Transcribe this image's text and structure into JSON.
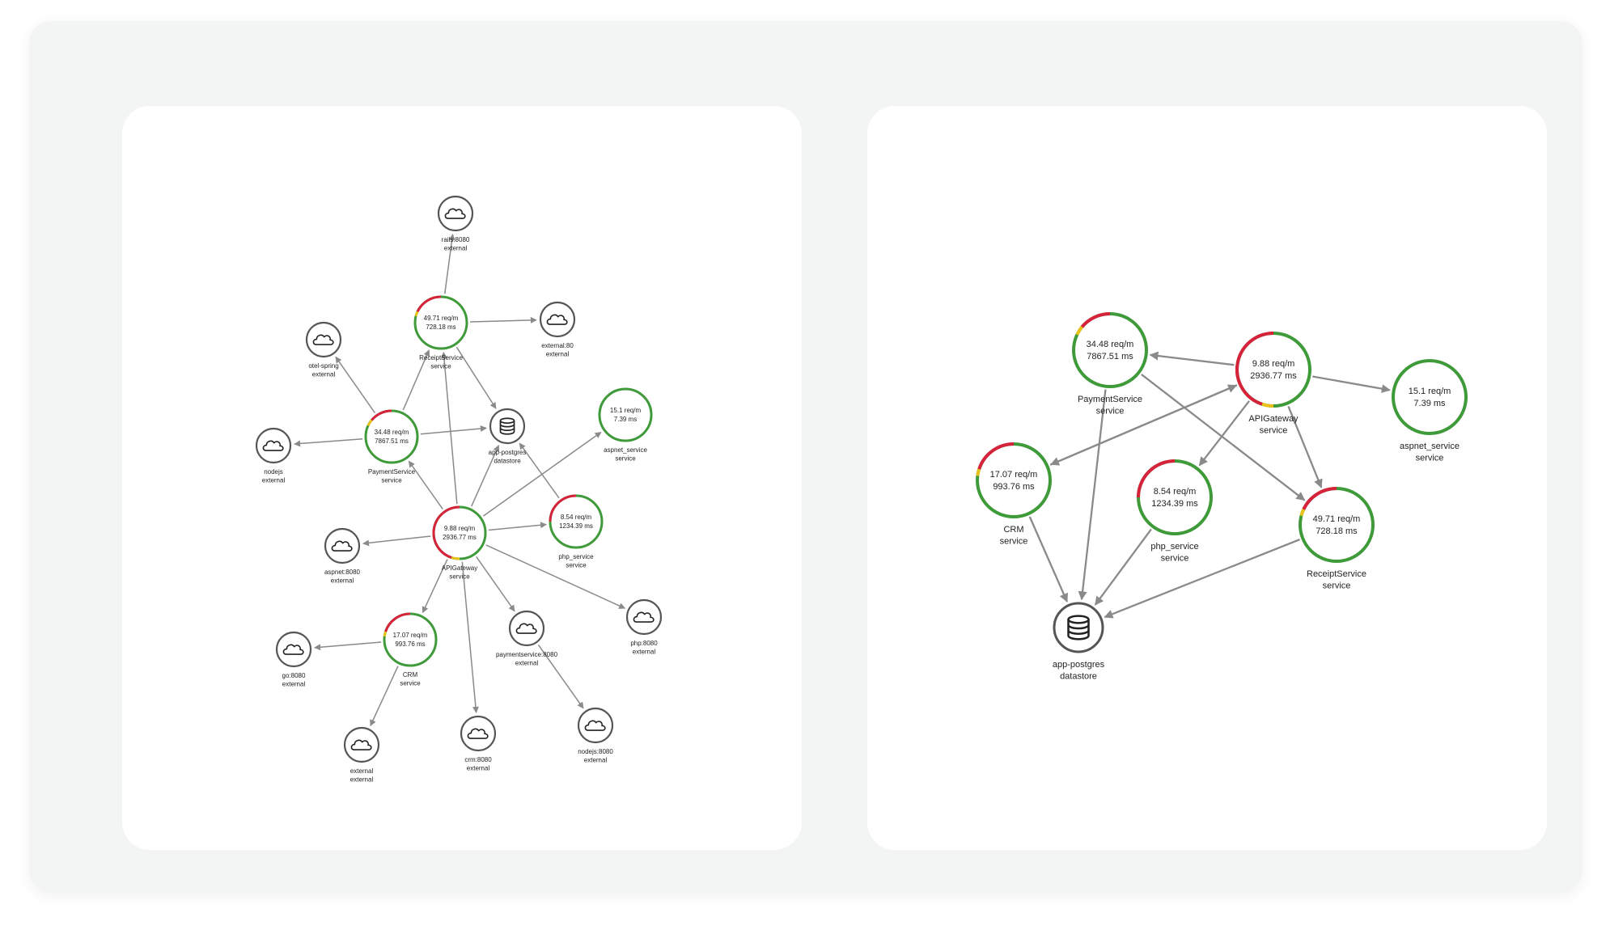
{
  "colors": {
    "ok": "#3f9a3a",
    "error": "#d6223a",
    "warn": "#e8c21a",
    "edge": "#8a8a8a",
    "icon": "#555555"
  },
  "left_map": {
    "nodes": [
      {
        "id": "rails",
        "type": "external",
        "name": "rails:8080",
        "kind": "external"
      },
      {
        "id": "receipt",
        "type": "service",
        "rate": "49.71 req/m",
        "latency": "728.18 ms",
        "name": "ReceiptService",
        "kind": "service",
        "errorFraction": 0.18,
        "warnFraction": 0.03
      },
      {
        "id": "ext80",
        "type": "external",
        "name": "external:80",
        "kind": "external"
      },
      {
        "id": "otel",
        "type": "external",
        "name": "otel-spring",
        "kind": "external"
      },
      {
        "id": "payment",
        "type": "service",
        "rate": "34.48 req/m",
        "latency": "7867.51 ms",
        "name": "PaymentService",
        "kind": "service",
        "errorFraction": 0.14,
        "warnFraction": 0.04
      },
      {
        "id": "nodejs",
        "type": "external",
        "name": "nodejs",
        "kind": "external"
      },
      {
        "id": "pg",
        "type": "datastore",
        "name": "app-postgres",
        "kind": "datastore"
      },
      {
        "id": "aspnetsvc",
        "type": "service",
        "rate": "15.1 req/m",
        "latency": "7.39 ms",
        "name": "aspnet_service",
        "kind": "service",
        "errorFraction": 0,
        "warnFraction": 0
      },
      {
        "id": "api",
        "type": "service",
        "rate": "9.88 req/m",
        "latency": "2936.77 ms",
        "name": "APIGateway",
        "kind": "service",
        "errorFraction": 0.45,
        "warnFraction": 0.05
      },
      {
        "id": "php",
        "type": "service",
        "rate": "8.54 req/m",
        "latency": "1234.39 ms",
        "name": "php_service",
        "kind": "service",
        "errorFraction": 0.25,
        "warnFraction": 0
      },
      {
        "id": "aspnet8080",
        "type": "external",
        "name": "aspnet:8080",
        "kind": "external"
      },
      {
        "id": "crm",
        "type": "service",
        "rate": "17.07 req/m",
        "latency": "993.76 ms",
        "name": "CRM",
        "kind": "service",
        "errorFraction": 0.2,
        "warnFraction": 0.03
      },
      {
        "id": "go",
        "type": "external",
        "name": "go:8080",
        "kind": "external"
      },
      {
        "id": "pay8080",
        "type": "external",
        "name": "paymentservice:8080",
        "kind": "external"
      },
      {
        "id": "php8080",
        "type": "external",
        "name": "php:8080",
        "kind": "external"
      },
      {
        "id": "extext",
        "type": "external",
        "name": "external",
        "kind": "external"
      },
      {
        "id": "crm8080",
        "type": "external",
        "name": "crm:8080",
        "kind": "external"
      },
      {
        "id": "nodejs8080",
        "type": "external",
        "name": "nodejs:8080",
        "kind": "external"
      }
    ],
    "edges": [
      [
        "receipt",
        "rails"
      ],
      [
        "receipt",
        "ext80"
      ],
      [
        "receipt",
        "pg"
      ],
      [
        "payment",
        "receipt"
      ],
      [
        "payment",
        "otel"
      ],
      [
        "payment",
        "nodejs"
      ],
      [
        "payment",
        "pg"
      ],
      [
        "api",
        "payment"
      ],
      [
        "api",
        "receipt"
      ],
      [
        "api",
        "pg"
      ],
      [
        "api",
        "aspnetsvc"
      ],
      [
        "api",
        "php"
      ],
      [
        "php",
        "pg"
      ],
      [
        "api",
        "aspnet8080"
      ],
      [
        "api",
        "crm"
      ],
      [
        "api",
        "pay8080"
      ],
      [
        "api",
        "php8080"
      ],
      [
        "api",
        "crm8080"
      ],
      [
        "crm",
        "go"
      ],
      [
        "crm",
        "extext"
      ],
      [
        "pay8080",
        "nodejs8080"
      ]
    ]
  },
  "right_map": {
    "nodes": [
      {
        "id": "payment",
        "type": "service",
        "rate": "34.48 req/m",
        "latency": "7867.51 ms",
        "name": "PaymentService",
        "kind": "service",
        "errorFraction": 0.14,
        "warnFraction": 0.04
      },
      {
        "id": "api",
        "type": "service",
        "rate": "9.88 req/m",
        "latency": "2936.77 ms",
        "name": "APIGateway",
        "kind": "service",
        "errorFraction": 0.45,
        "warnFraction": 0.05
      },
      {
        "id": "aspnetsvc",
        "type": "service",
        "rate": "15.1 req/m",
        "latency": "7.39 ms",
        "name": "aspnet_service",
        "kind": "service",
        "errorFraction": 0,
        "warnFraction": 0
      },
      {
        "id": "crm",
        "type": "service",
        "rate": "17.07 req/m",
        "latency": "993.76 ms",
        "name": "CRM",
        "kind": "service",
        "errorFraction": 0.2,
        "warnFraction": 0.03
      },
      {
        "id": "php",
        "type": "service",
        "rate": "8.54 req/m",
        "latency": "1234.39 ms",
        "name": "php_service",
        "kind": "service",
        "errorFraction": 0.25,
        "warnFraction": 0
      },
      {
        "id": "receipt",
        "type": "service",
        "rate": "49.71 req/m",
        "latency": "728.18 ms",
        "name": "ReceiptService",
        "kind": "service",
        "errorFraction": 0.18,
        "warnFraction": 0.03
      },
      {
        "id": "pg",
        "type": "datastore",
        "name": "app-postgres",
        "kind": "datastore"
      }
    ],
    "edges": [
      [
        "api",
        "payment"
      ],
      [
        "api",
        "aspnetsvc"
      ],
      [
        "api",
        "crm"
      ],
      [
        "api",
        "php"
      ],
      [
        "api",
        "receipt"
      ],
      [
        "payment",
        "receipt"
      ],
      [
        "payment",
        "pg"
      ],
      [
        "crm",
        "api"
      ],
      [
        "crm",
        "pg"
      ],
      [
        "php",
        "pg"
      ],
      [
        "receipt",
        "pg"
      ]
    ]
  }
}
